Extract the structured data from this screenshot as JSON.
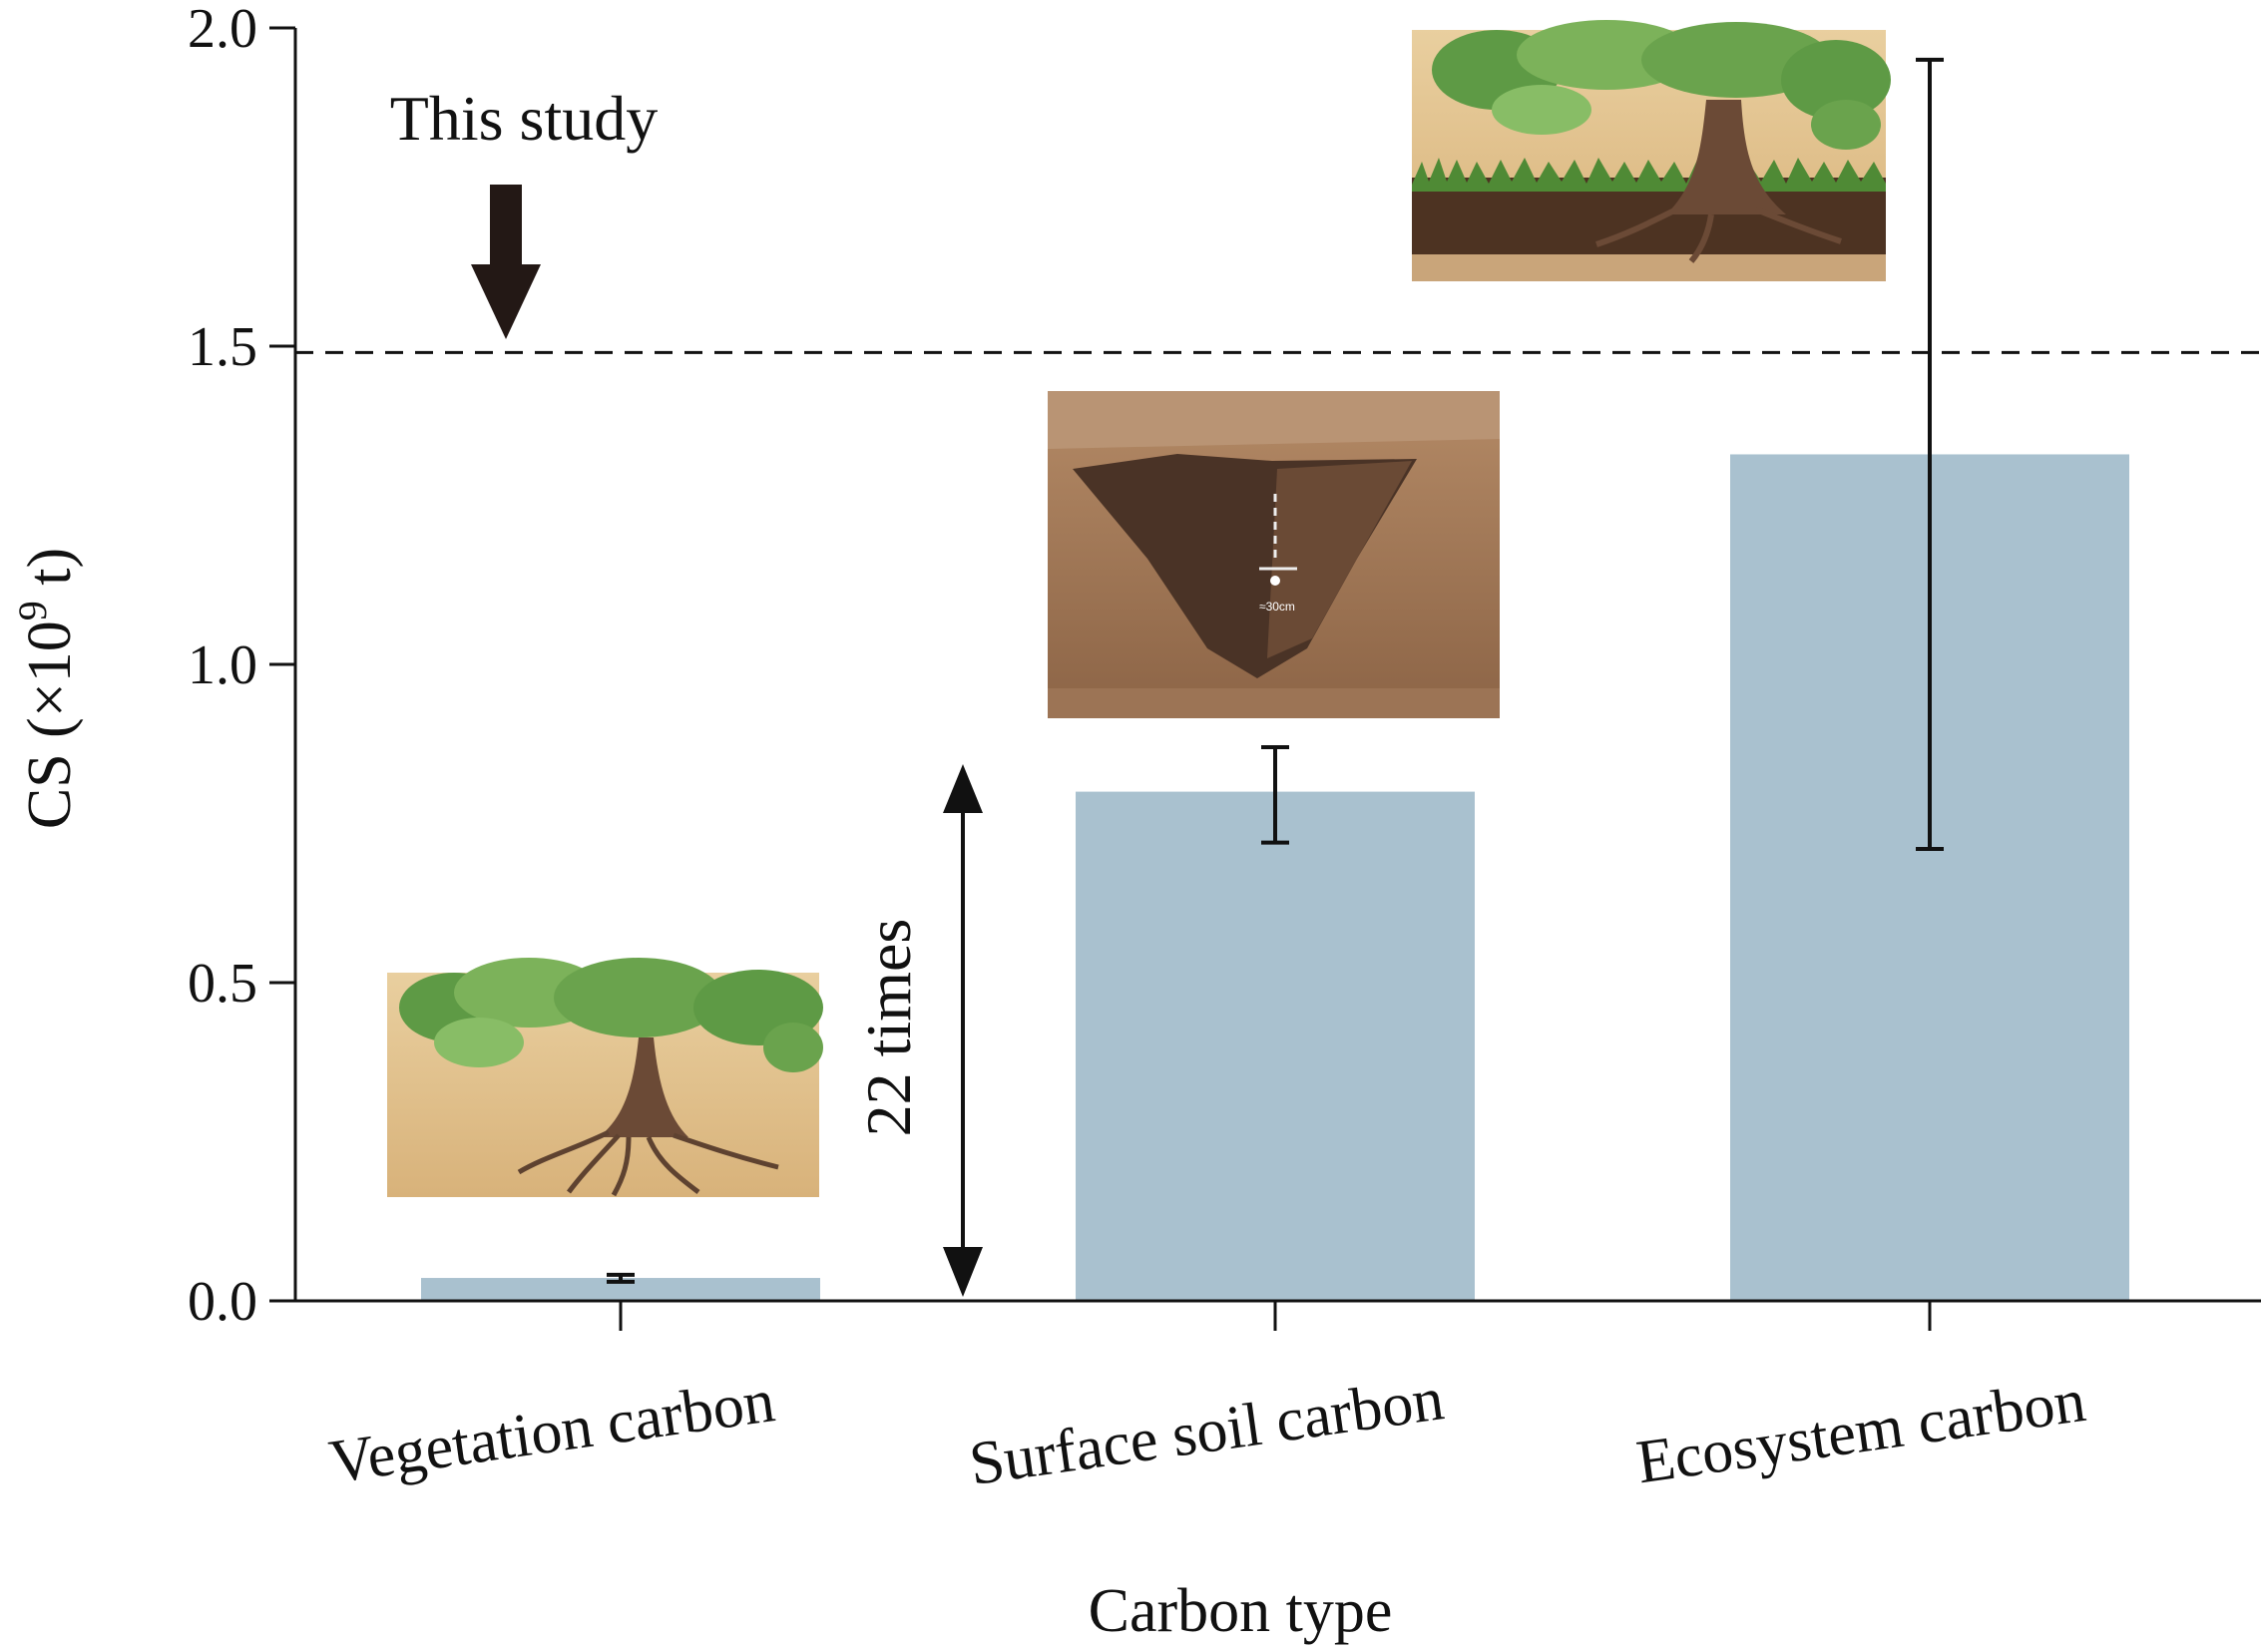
{
  "chart_data": {
    "type": "bar",
    "categories": [
      "Vegetation carbon",
      "Surface soil carbon",
      "Ecosystem carbon"
    ],
    "values": [
      0.036,
      0.8,
      1.33
    ],
    "error_low": [
      0.03,
      0.72,
      0.71
    ],
    "error_high": [
      0.041,
      0.87,
      1.95
    ],
    "xlabel": "Carbon type",
    "ylabel": "CS (×10⁹ t)",
    "ylabel_main": "CS (×10",
    "ylabel_sup": "9",
    "ylabel_end": " t)",
    "ylim": [
      0,
      2.0
    ],
    "yticks": [
      0.0,
      0.5,
      1.0,
      1.5,
      2.0
    ],
    "ytick_labels": [
      "0.0",
      "0.5",
      "1.0",
      "1.5",
      "2.0"
    ],
    "reference_line": {
      "value": 1.49,
      "style": "dashed"
    },
    "annotations": {
      "this_study": "This study",
      "ratio": "22 times"
    },
    "bar_color": "#a9c1cf",
    "grid": false,
    "legend": "none"
  }
}
